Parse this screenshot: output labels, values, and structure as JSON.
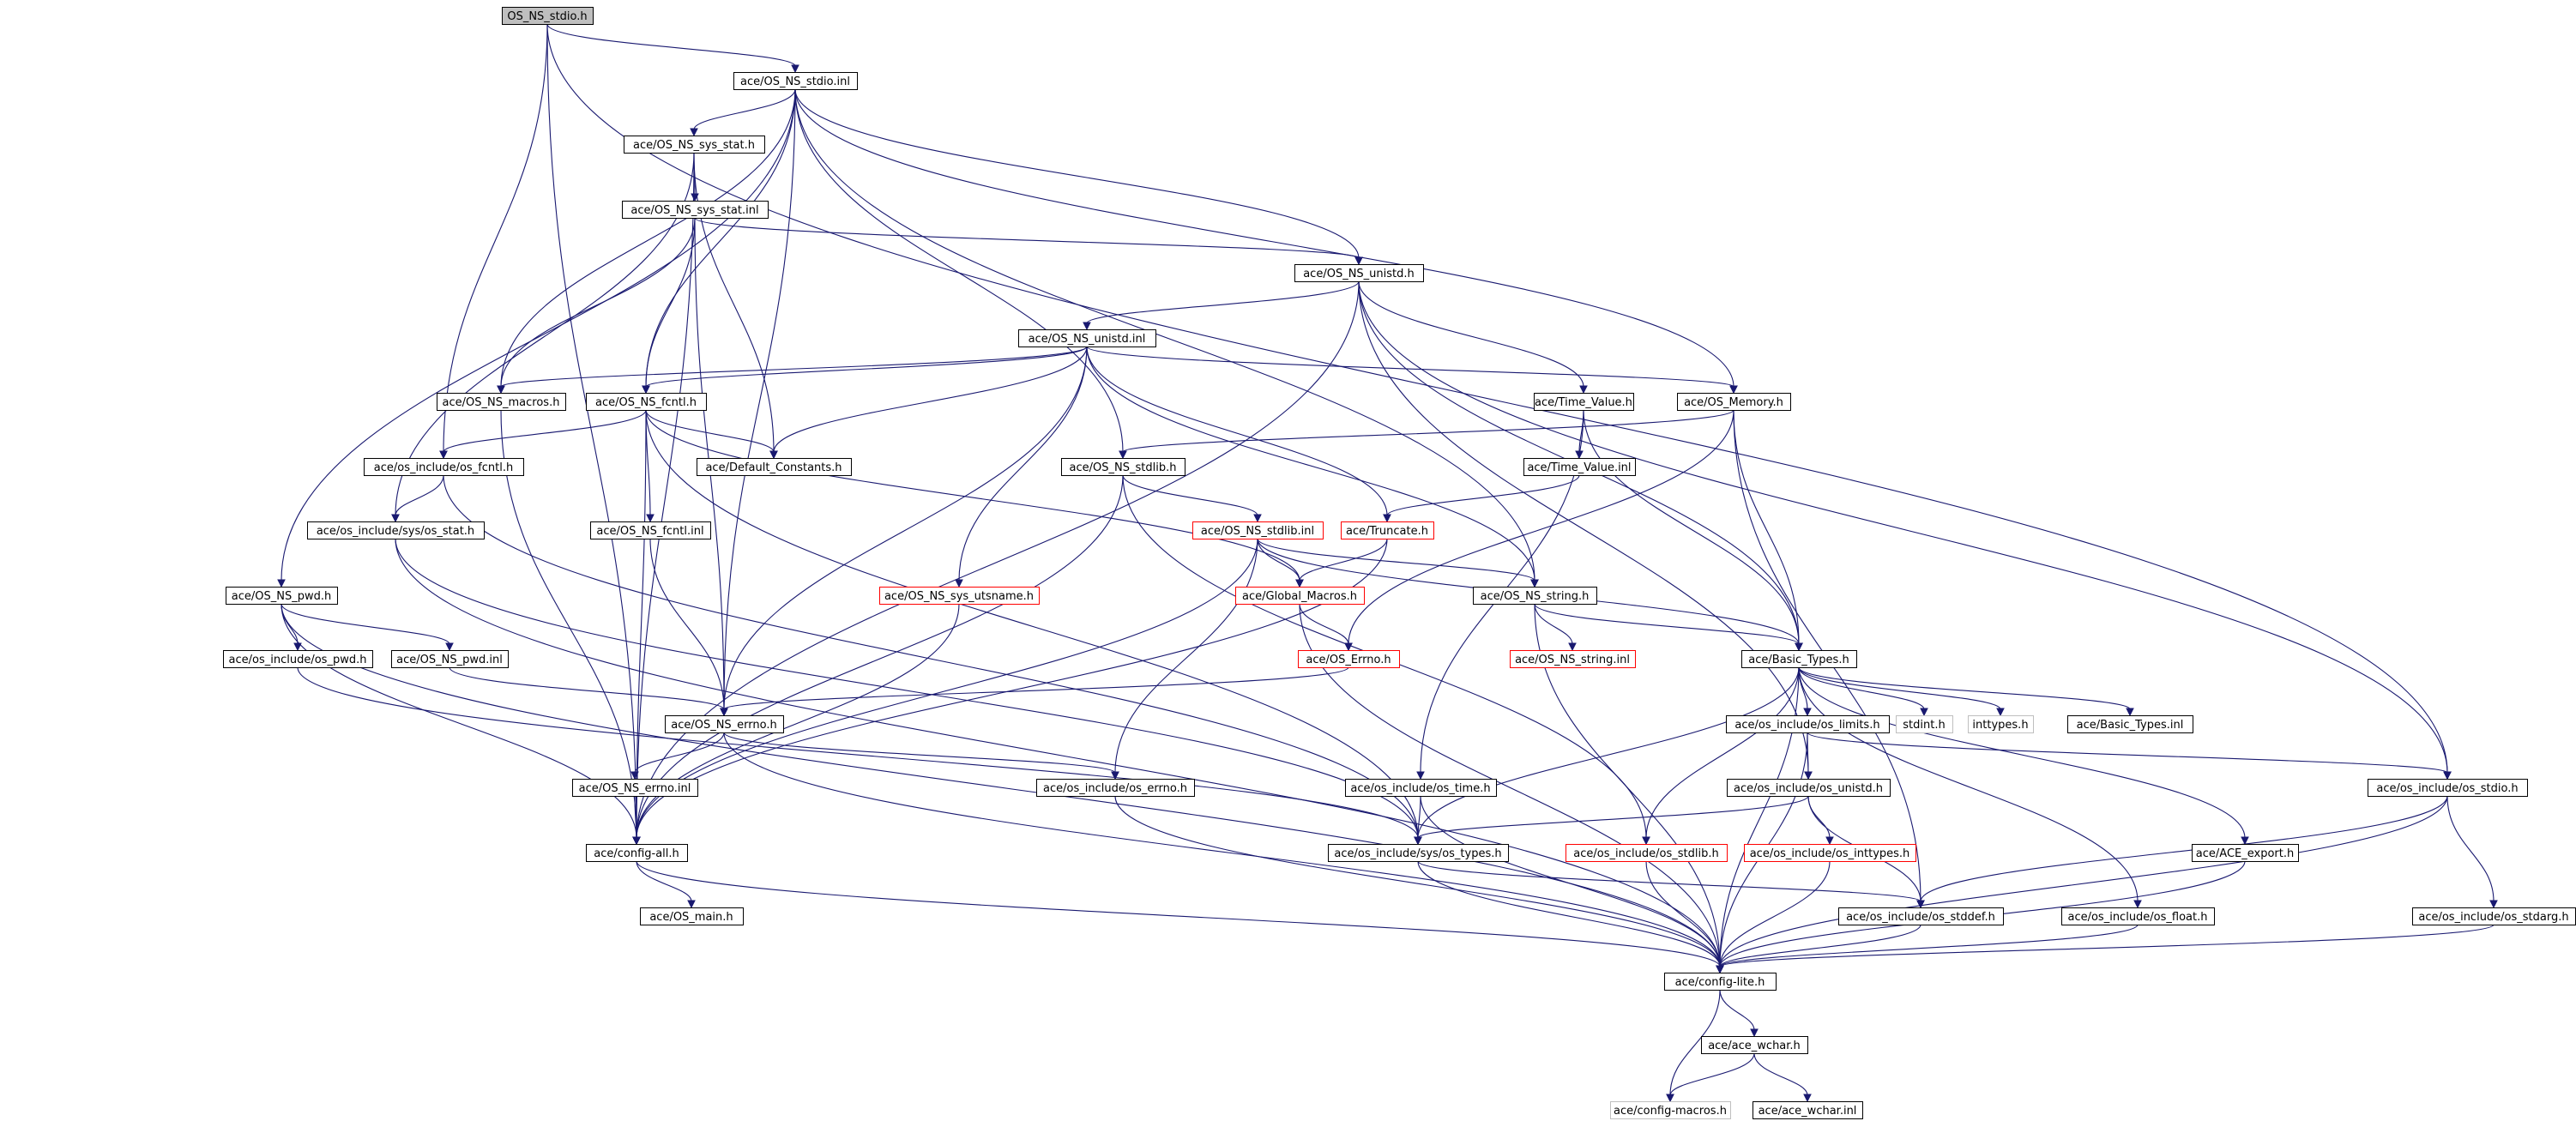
{
  "colors": {
    "edge": "#191970",
    "node_border": "#000000",
    "node_border_incomplete": "#ff0000",
    "node_border_external": "#bfbfbf",
    "root_fill": "#bfbfbf",
    "node_fill": "#ffffff"
  },
  "nodes": [
    {
      "id": "root",
      "label": "OS_NS_stdio.h",
      "style": "root"
    },
    {
      "id": "stdio_inl",
      "label": "ace/OS_NS_stdio.inl",
      "style": "normal"
    },
    {
      "id": "sys_stat_h",
      "label": "ace/OS_NS_sys_stat.h",
      "style": "normal"
    },
    {
      "id": "sys_stat_inl",
      "label": "ace/OS_NS_sys_stat.inl",
      "style": "normal"
    },
    {
      "id": "unistd_h",
      "label": "ace/OS_NS_unistd.h",
      "style": "normal"
    },
    {
      "id": "unistd_inl",
      "label": "ace/OS_NS_unistd.inl",
      "style": "normal"
    },
    {
      "id": "macros_h",
      "label": "ace/OS_NS_macros.h",
      "style": "normal"
    },
    {
      "id": "fcntl_h",
      "label": "ace/OS_NS_fcntl.h",
      "style": "normal"
    },
    {
      "id": "time_value_h",
      "label": "ace/Time_Value.h",
      "style": "normal"
    },
    {
      "id": "memory_h",
      "label": "ace/OS_Memory.h",
      "style": "normal"
    },
    {
      "id": "os_fcntl_h",
      "label": "ace/os_include/os_fcntl.h",
      "style": "normal"
    },
    {
      "id": "default_constants_h",
      "label": "ace/Default_Constants.h",
      "style": "normal"
    },
    {
      "id": "stdlib_h",
      "label": "ace/OS_NS_stdlib.h",
      "style": "normal"
    },
    {
      "id": "time_value_inl",
      "label": "ace/Time_Value.inl",
      "style": "normal"
    },
    {
      "id": "os_stat_h",
      "label": "ace/os_include/sys/os_stat.h",
      "style": "normal"
    },
    {
      "id": "fcntl_inl",
      "label": "ace/OS_NS_fcntl.inl",
      "style": "normal"
    },
    {
      "id": "stdlib_inl",
      "label": "ace/OS_NS_stdlib.inl",
      "style": "red"
    },
    {
      "id": "truncate_h",
      "label": "ace/Truncate.h",
      "style": "red"
    },
    {
      "id": "pwd_h",
      "label": "ace/OS_NS_pwd.h",
      "style": "normal"
    },
    {
      "id": "sys_utsname_h",
      "label": "ace/OS_NS_sys_utsname.h",
      "style": "red"
    },
    {
      "id": "global_macros_h",
      "label": "ace/Global_Macros.h",
      "style": "red"
    },
    {
      "id": "string_h",
      "label": "ace/OS_NS_string.h",
      "style": "normal"
    },
    {
      "id": "os_pwd_h",
      "label": "ace/os_include/os_pwd.h",
      "style": "normal"
    },
    {
      "id": "pwd_inl",
      "label": "ace/OS_NS_pwd.inl",
      "style": "normal"
    },
    {
      "id": "os_errno_ace_h",
      "label": "ace/OS_Errno.h",
      "style": "red"
    },
    {
      "id": "string_inl",
      "label": "ace/OS_NS_string.inl",
      "style": "red"
    },
    {
      "id": "basic_types_h",
      "label": "ace/Basic_Types.h",
      "style": "normal"
    },
    {
      "id": "errno_h",
      "label": "ace/OS_NS_errno.h",
      "style": "normal"
    },
    {
      "id": "os_limits_h",
      "label": "ace/os_include/os_limits.h",
      "style": "normal"
    },
    {
      "id": "stdint_h",
      "label": "stdint.h",
      "style": "ghost"
    },
    {
      "id": "inttypes_h",
      "label": "inttypes.h",
      "style": "ghost"
    },
    {
      "id": "basic_types_inl",
      "label": "ace/Basic_Types.inl",
      "style": "normal"
    },
    {
      "id": "errno_inl",
      "label": "ace/OS_NS_errno.inl",
      "style": "normal"
    },
    {
      "id": "os_errno_h",
      "label": "ace/os_include/os_errno.h",
      "style": "normal"
    },
    {
      "id": "os_time_h",
      "label": "ace/os_include/os_time.h",
      "style": "normal"
    },
    {
      "id": "os_unistd_h",
      "label": "ace/os_include/os_unistd.h",
      "style": "normal"
    },
    {
      "id": "os_stdio_h",
      "label": "ace/os_include/os_stdio.h",
      "style": "normal"
    },
    {
      "id": "config_all_h",
      "label": "ace/config-all.h",
      "style": "normal"
    },
    {
      "id": "os_types_h",
      "label": "ace/os_include/sys/os_types.h",
      "style": "normal"
    },
    {
      "id": "os_stdlib_h",
      "label": "ace/os_include/os_stdlib.h",
      "style": "red"
    },
    {
      "id": "os_inttypes_h",
      "label": "ace/os_include/os_inttypes.h",
      "style": "red"
    },
    {
      "id": "ace_export_h",
      "label": "ace/ACE_export.h",
      "style": "normal"
    },
    {
      "id": "os_main_h",
      "label": "ace/OS_main.h",
      "style": "normal"
    },
    {
      "id": "os_stddef_h",
      "label": "ace/os_include/os_stddef.h",
      "style": "normal"
    },
    {
      "id": "os_float_h",
      "label": "ace/os_include/os_float.h",
      "style": "normal"
    },
    {
      "id": "os_stdarg_h",
      "label": "ace/os_include/os_stdarg.h",
      "style": "normal"
    },
    {
      "id": "config_lite_h",
      "label": "ace/config-lite.h",
      "style": "normal"
    },
    {
      "id": "ace_wchar_h",
      "label": "ace/ace_wchar.h",
      "style": "normal"
    },
    {
      "id": "config_macros_h",
      "label": "ace/config-macros.h",
      "style": "ghost"
    },
    {
      "id": "ace_wchar_inl",
      "label": "ace/ace_wchar.inl",
      "style": "normal"
    }
  ],
  "edges": [
    [
      "root",
      "stdio_inl"
    ],
    [
      "root",
      "os_fcntl_h"
    ],
    [
      "root",
      "config_all_h"
    ],
    [
      "root",
      "os_stdio_h"
    ],
    [
      "stdio_inl",
      "sys_stat_h"
    ],
    [
      "stdio_inl",
      "unistd_h"
    ],
    [
      "stdio_inl",
      "macros_h"
    ],
    [
      "stdio_inl",
      "fcntl_h"
    ],
    [
      "stdio_inl",
      "memory_h"
    ],
    [
      "stdio_inl",
      "stdlib_h"
    ],
    [
      "stdio_inl",
      "pwd_h"
    ],
    [
      "stdio_inl",
      "string_h"
    ],
    [
      "stdio_inl",
      "errno_h"
    ],
    [
      "sys_stat_h",
      "sys_stat_inl"
    ],
    [
      "sys_stat_h",
      "default_constants_h"
    ],
    [
      "sys_stat_h",
      "os_stat_h"
    ],
    [
      "sys_stat_h",
      "config_all_h"
    ],
    [
      "sys_stat_inl",
      "unistd_h"
    ],
    [
      "sys_stat_inl",
      "fcntl_h"
    ],
    [
      "sys_stat_inl",
      "macros_h"
    ],
    [
      "sys_stat_inl",
      "errno_h"
    ],
    [
      "unistd_h",
      "unistd_inl"
    ],
    [
      "unistd_h",
      "time_value_h"
    ],
    [
      "unistd_h",
      "basic_types_h"
    ],
    [
      "unistd_h",
      "os_stdio_h"
    ],
    [
      "unistd_h",
      "os_unistd_h"
    ],
    [
      "unistd_h",
      "config_all_h"
    ],
    [
      "unistd_inl",
      "macros_h"
    ],
    [
      "unistd_inl",
      "fcntl_h"
    ],
    [
      "unistd_inl",
      "default_constants_h"
    ],
    [
      "unistd_inl",
      "memory_h"
    ],
    [
      "unistd_inl",
      "truncate_h"
    ],
    [
      "unistd_inl",
      "sys_utsname_h"
    ],
    [
      "unistd_inl",
      "string_h"
    ],
    [
      "unistd_inl",
      "errno_h"
    ],
    [
      "macros_h",
      "config_all_h"
    ],
    [
      "fcntl_h",
      "default_constants_h"
    ],
    [
      "fcntl_h",
      "os_fcntl_h"
    ],
    [
      "fcntl_h",
      "fcntl_inl"
    ],
    [
      "fcntl_h",
      "global_macros_h"
    ],
    [
      "fcntl_h",
      "config_all_h"
    ],
    [
      "fcntl_h",
      "os_types_h"
    ],
    [
      "time_value_h",
      "time_value_inl"
    ],
    [
      "time_value_h",
      "basic_types_h"
    ],
    [
      "time_value_h",
      "os_time_h"
    ],
    [
      "memory_h",
      "stdlib_h"
    ],
    [
      "memory_h",
      "os_errno_ace_h"
    ],
    [
      "memory_h",
      "basic_types_h"
    ],
    [
      "memory_h",
      "os_stddef_h"
    ],
    [
      "os_fcntl_h",
      "os_stat_h"
    ],
    [
      "os_fcntl_h",
      "os_types_h"
    ],
    [
      "stdlib_h",
      "stdlib_inl"
    ],
    [
      "stdlib_h",
      "config_all_h"
    ],
    [
      "stdlib_h",
      "os_stdlib_h"
    ],
    [
      "time_value_inl",
      "truncate_h"
    ],
    [
      "os_stat_h",
      "os_types_h"
    ],
    [
      "os_stat_h",
      "config_lite_h"
    ],
    [
      "fcntl_inl",
      "errno_h"
    ],
    [
      "stdlib_inl",
      "global_macros_h"
    ],
    [
      "stdlib_inl",
      "string_h"
    ],
    [
      "stdlib_inl",
      "basic_types_h"
    ],
    [
      "stdlib_inl",
      "config_all_h"
    ],
    [
      "stdlib_inl",
      "os_errno_h"
    ],
    [
      "truncate_h",
      "global_macros_h"
    ],
    [
      "truncate_h",
      "config_all_h"
    ],
    [
      "pwd_h",
      "os_pwd_h"
    ],
    [
      "pwd_h",
      "pwd_inl"
    ],
    [
      "pwd_h",
      "config_all_h"
    ],
    [
      "pwd_h",
      "config_lite_h"
    ],
    [
      "sys_utsname_h",
      "config_all_h"
    ],
    [
      "global_macros_h",
      "os_errno_ace_h"
    ],
    [
      "global_macros_h",
      "config_lite_h"
    ],
    [
      "string_h",
      "string_inl"
    ],
    [
      "string_h",
      "basic_types_h"
    ],
    [
      "string_h",
      "config_lite_h"
    ],
    [
      "os_pwd_h",
      "os_types_h"
    ],
    [
      "pwd_inl",
      "errno_h"
    ],
    [
      "os_errno_ace_h",
      "errno_h"
    ],
    [
      "basic_types_h",
      "os_limits_h"
    ],
    [
      "basic_types_h",
      "stdint_h"
    ],
    [
      "basic_types_h",
      "inttypes_h"
    ],
    [
      "basic_types_h",
      "basic_types_inl"
    ],
    [
      "basic_types_h",
      "ace_export_h"
    ],
    [
      "basic_types_h",
      "os_float_h"
    ],
    [
      "basic_types_h",
      "os_stdlib_h"
    ],
    [
      "basic_types_h",
      "os_types_h"
    ],
    [
      "basic_types_h",
      "config_lite_h"
    ],
    [
      "errno_h",
      "errno_inl"
    ],
    [
      "errno_h",
      "os_errno_h"
    ],
    [
      "errno_h",
      "config_lite_h"
    ],
    [
      "os_limits_h",
      "os_unistd_h"
    ],
    [
      "os_limits_h",
      "os_stdio_h"
    ],
    [
      "os_limits_h",
      "config_lite_h"
    ],
    [
      "errno_inl",
      "config_all_h"
    ],
    [
      "os_errno_h",
      "config_lite_h"
    ],
    [
      "os_time_h",
      "os_types_h"
    ],
    [
      "os_time_h",
      "config_lite_h"
    ],
    [
      "os_unistd_h",
      "os_types_h"
    ],
    [
      "os_unistd_h",
      "os_inttypes_h"
    ],
    [
      "os_unistd_h",
      "os_stddef_h"
    ],
    [
      "os_stdio_h",
      "os_stddef_h"
    ],
    [
      "os_stdio_h",
      "os_stdarg_h"
    ],
    [
      "os_stdio_h",
      "config_lite_h"
    ],
    [
      "config_all_h",
      "os_main_h"
    ],
    [
      "config_all_h",
      "config_lite_h"
    ],
    [
      "os_types_h",
      "os_stddef_h"
    ],
    [
      "os_types_h",
      "config_lite_h"
    ],
    [
      "os_stdlib_h",
      "config_lite_h"
    ],
    [
      "os_inttypes_h",
      "config_lite_h"
    ],
    [
      "ace_export_h",
      "config_lite_h"
    ],
    [
      "os_stddef_h",
      "config_lite_h"
    ],
    [
      "os_float_h",
      "config_lite_h"
    ],
    [
      "os_stdarg_h",
      "config_lite_h"
    ],
    [
      "config_lite_h",
      "ace_wchar_h"
    ],
    [
      "config_lite_h",
      "config_macros_h"
    ],
    [
      "ace_wchar_h",
      "config_macros_h"
    ],
    [
      "ace_wchar_h",
      "ace_wchar_inl"
    ]
  ]
}
